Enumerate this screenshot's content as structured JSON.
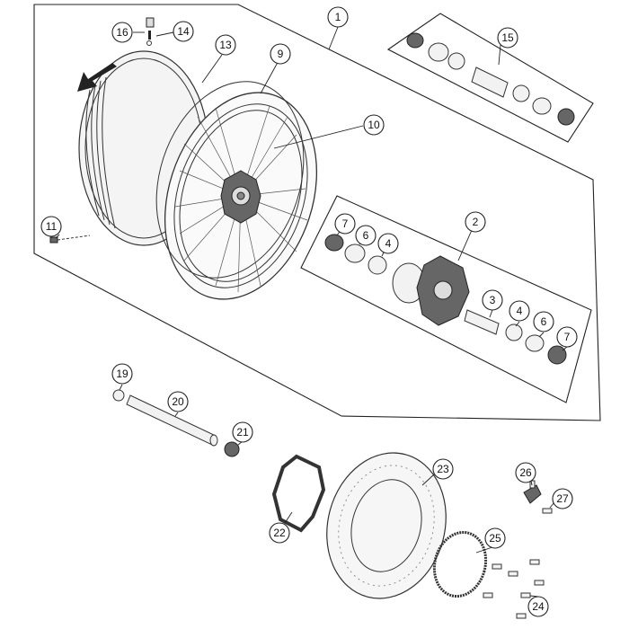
{
  "diagram": {
    "callouts": [
      {
        "id": "c1",
        "label": "1"
      },
      {
        "id": "c2",
        "label": "2"
      },
      {
        "id": "c3",
        "label": "3"
      },
      {
        "id": "c4a",
        "label": "4"
      },
      {
        "id": "c4b",
        "label": "4"
      },
      {
        "id": "c6a",
        "label": "6"
      },
      {
        "id": "c6b",
        "label": "6"
      },
      {
        "id": "c7a",
        "label": "7"
      },
      {
        "id": "c7b",
        "label": "7"
      },
      {
        "id": "c9",
        "label": "9"
      },
      {
        "id": "c10",
        "label": "10"
      },
      {
        "id": "c11",
        "label": "11"
      },
      {
        "id": "c13",
        "label": "13"
      },
      {
        "id": "c14",
        "label": "14"
      },
      {
        "id": "c15",
        "label": "15"
      },
      {
        "id": "c16",
        "label": "16"
      },
      {
        "id": "c19",
        "label": "19"
      },
      {
        "id": "c20",
        "label": "20"
      },
      {
        "id": "c21",
        "label": "21"
      },
      {
        "id": "c22",
        "label": "22"
      },
      {
        "id": "c23",
        "label": "23"
      },
      {
        "id": "c24",
        "label": "24"
      },
      {
        "id": "c25",
        "label": "25"
      },
      {
        "id": "c26",
        "label": "26"
      },
      {
        "id": "c27",
        "label": "27"
      }
    ]
  }
}
